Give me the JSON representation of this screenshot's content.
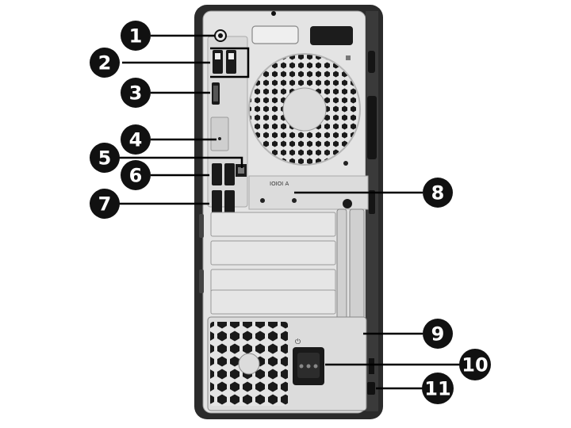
{
  "figure": {
    "panel_label": "IOIOI A",
    "power_symbol": "⏻"
  },
  "callouts": [
    {
      "number": "1"
    },
    {
      "number": "2"
    },
    {
      "number": "3"
    },
    {
      "number": "4"
    },
    {
      "number": "5"
    },
    {
      "number": "6"
    },
    {
      "number": "7"
    },
    {
      "number": "8"
    },
    {
      "number": "9"
    },
    {
      "number": "10"
    },
    {
      "number": "11"
    }
  ],
  "colors": {
    "chassis": "#2b2b2b",
    "panel": "#e4e4e4",
    "panel_shade": "#cfcfcf",
    "port": "#1a1a1a",
    "callout": "#111111",
    "leader": "#000000"
  }
}
